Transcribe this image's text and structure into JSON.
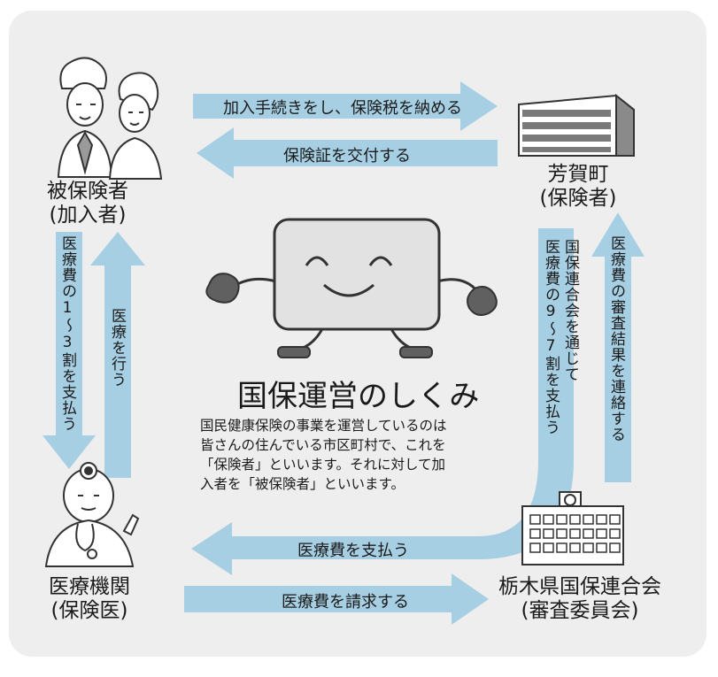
{
  "diagram": {
    "title": "国保運営のしくみ",
    "description_lines": [
      "国民健康保険の事業を運営しているのは",
      "皆さんの住んでいる市区町村で、これを",
      "「保険者」といいます。それに対して加",
      "入者を「被保険者」といいます。"
    ]
  },
  "nodes": {
    "insured": {
      "line1": "被保険者",
      "line2": "(加入者)"
    },
    "town": {
      "line1": "芳賀町",
      "line2": "(保険者)"
    },
    "medical": {
      "line1": "医療機関",
      "line2": "(保険医)"
    },
    "federation": {
      "line1": "栃木県国保連合会",
      "line2": "(審査委員会)"
    }
  },
  "arrows": {
    "enroll": "加入手続きをし、保険税を納める",
    "issue_card": "保険証を交付する",
    "pay_share": "医療費の1～3割を支払う",
    "provide_care": "医療を行う",
    "pay_federation": "国保連合会を通じて",
    "pay_federation_2": "医療費の9～7割を支払う",
    "report_review": "医療費の審査結果を連絡する",
    "pay_medical": "医療費を支払う",
    "claim": "医療費を請求する"
  },
  "colors": {
    "panel": "#eeeeef",
    "arrow": "#a7cfe3",
    "outline": "#333333",
    "character_gray": "#606060"
  },
  "icons": [
    "couple-icon",
    "building-icon",
    "doctor-icon",
    "hospital-icon",
    "card-character-icon"
  ]
}
